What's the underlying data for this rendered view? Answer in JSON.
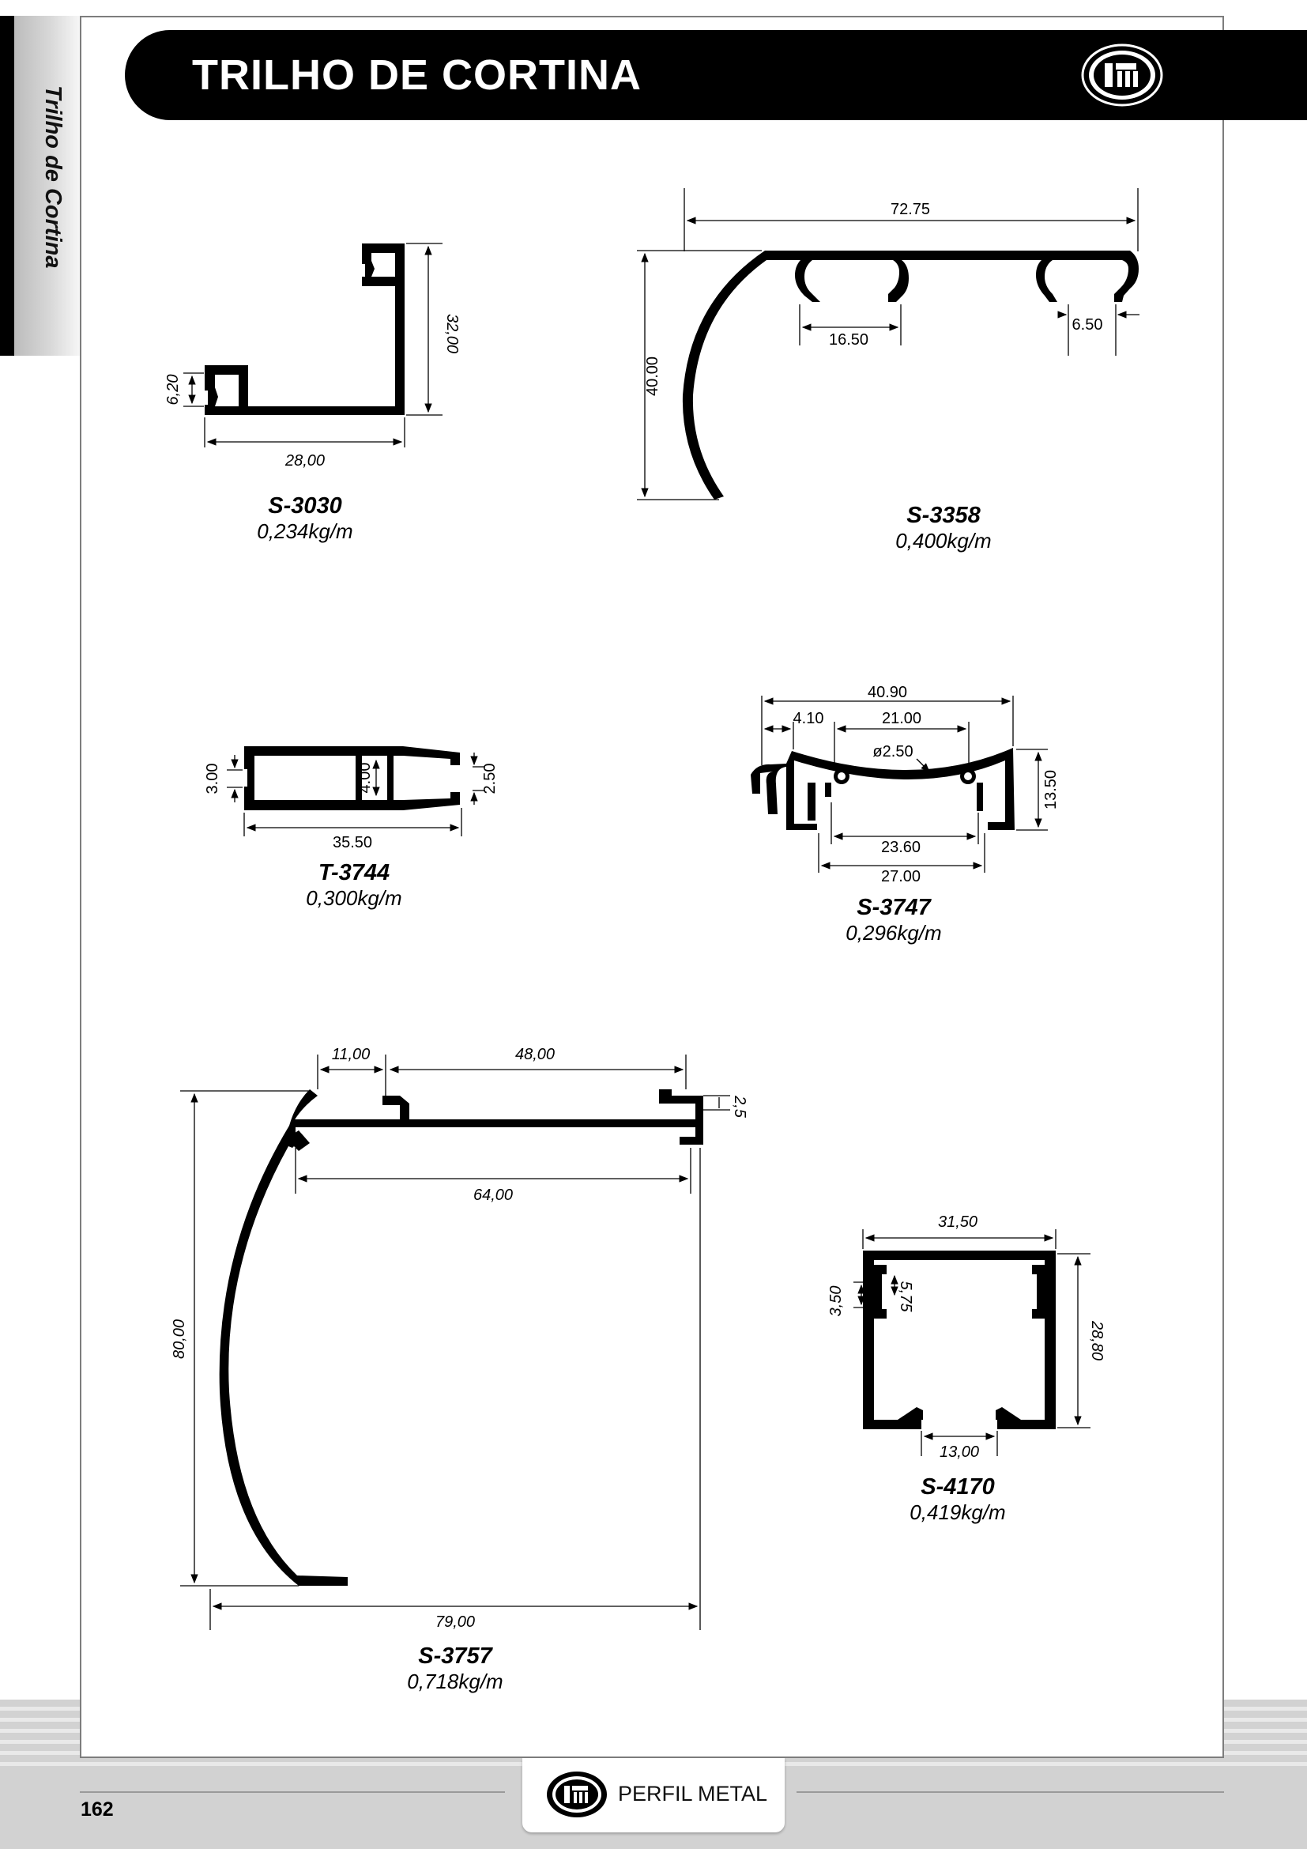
{
  "header": {
    "title": "TRILHO DE CORTINA"
  },
  "sidebar": {
    "title": "Trilho de Cortina"
  },
  "footer": {
    "brand": "PERFIL METAL",
    "page_number": "162"
  },
  "colors": {
    "header_bg": "#000000",
    "sheet_border": "#7d7d7d",
    "footer_bg": "#d2d2d2",
    "profile_fill": "#000000"
  },
  "profiles": [
    {
      "code": "S-3030",
      "weight": "0,234kg/m",
      "dims": [
        "6,20",
        "32,00",
        "28,00"
      ]
    },
    {
      "code": "S-3358",
      "weight": "0,400kg/m",
      "dims": [
        "72.75",
        "40.00",
        "16.50",
        "6.50"
      ]
    },
    {
      "code": "T-3744",
      "weight": "0,300kg/m",
      "dims": [
        "3.00",
        "4.00",
        "2.50",
        "35.50"
      ]
    },
    {
      "code": "S-3747",
      "weight": "0,296kg/m",
      "dims": [
        "40.90",
        "4.10",
        "21.00",
        "ø2.50",
        "13.50",
        "23.60",
        "27.00"
      ]
    },
    {
      "code": "S-3757",
      "weight": "0,718kg/m",
      "dims": [
        "11,00",
        "48,00",
        "2,5",
        "64,00",
        "80,00",
        "79,00"
      ]
    },
    {
      "code": "S-4170",
      "weight": "0,419kg/m",
      "dims": [
        "31,50",
        "3,50",
        "5,75",
        "28,80",
        "13,00"
      ]
    }
  ]
}
